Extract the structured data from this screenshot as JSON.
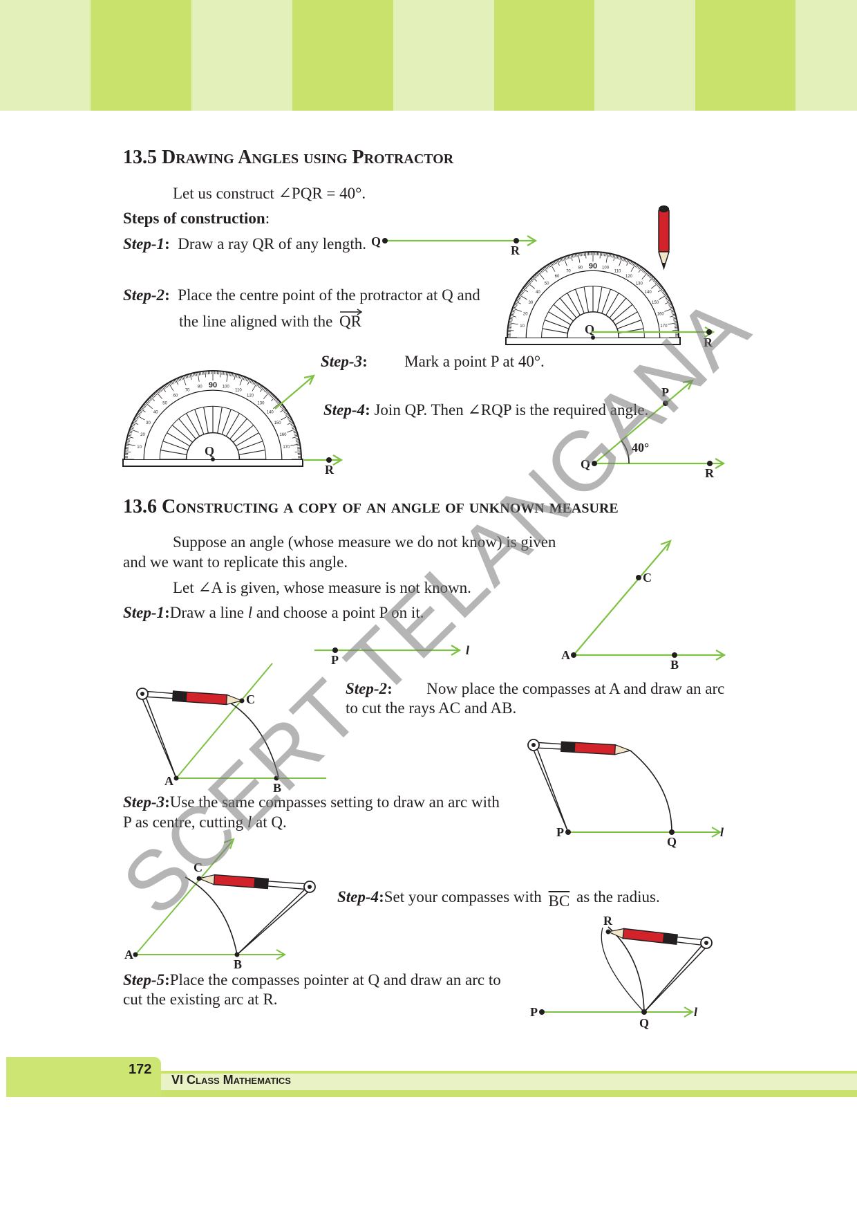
{
  "header": {
    "colors": [
      "#c9e26c",
      "#e3f0b9"
    ]
  },
  "section_13_5": {
    "heading_num": "13.5",
    "heading_text": "Drawing Angles using Protractor",
    "intro": "Let us construct ∠PQR = 40°.",
    "steps_title": "Steps of construction",
    "step1_label": "Step-1",
    "step1_text": "Draw a ray QR of any length.",
    "step2_label": "Step-2",
    "step2_text_a": "Place the centre point of the protractor at Q and",
    "step2_text_b": "the line aligned with the",
    "step2_ray": "QR",
    "step3_label": "Step-3",
    "step3_text": "Mark a point P at 40°.",
    "step4_label": "Step-4",
    "step4_text": "Join QP. Then ∠RQP is the required angle.",
    "angle_label": "40°"
  },
  "section_13_6": {
    "heading_num": "13.6",
    "heading_text": "Constructing a copy of an angle of unknown measure",
    "intro_a": "Suppose an angle (whose measure we do not know) is given",
    "intro_b": "and we want to replicate this angle.",
    "given_a": "Let ∠A is given, whose measure is not known.",
    "step1_label": "Step-1",
    "step1_text_a": "Draw a line",
    "step1_line": "l",
    "step1_text_b": "and choose a point P on it.",
    "step2_label": "Step-2",
    "step2_text_a": "Now place the compasses at A and draw an arc",
    "step2_text_b": "to cut the rays AC and AB.",
    "step3_label": "Step-3",
    "step3_text_a": "Use the same compasses setting to draw an arc with",
    "step3_text_b1": "P as centre, cutting",
    "step3_line": "l",
    "step3_text_b2": "at Q.",
    "step4_label": "Step-4",
    "step4_text_a": "Set your compasses with",
    "step4_seg": "BC",
    "step4_text_b": "as the radius.",
    "step5_label": "Step-5",
    "step5_text_a": "Place the compasses pointer at Q and draw an arc to",
    "step5_text_b": "cut the existing arc at R."
  },
  "figure_labels": {
    "Q": "Q",
    "R": "R",
    "P": "P",
    "A": "A",
    "B": "B",
    "C": "C",
    "l": "l",
    "protractor_90": "90"
  },
  "watermark": "SCERT TELANGANA",
  "footer": {
    "page_number": "172",
    "book_title": "VI Class Mathematics"
  },
  "colors": {
    "ray_green": "#7dc142",
    "pencil_red": "#d2232a",
    "ink": "#231f20"
  }
}
